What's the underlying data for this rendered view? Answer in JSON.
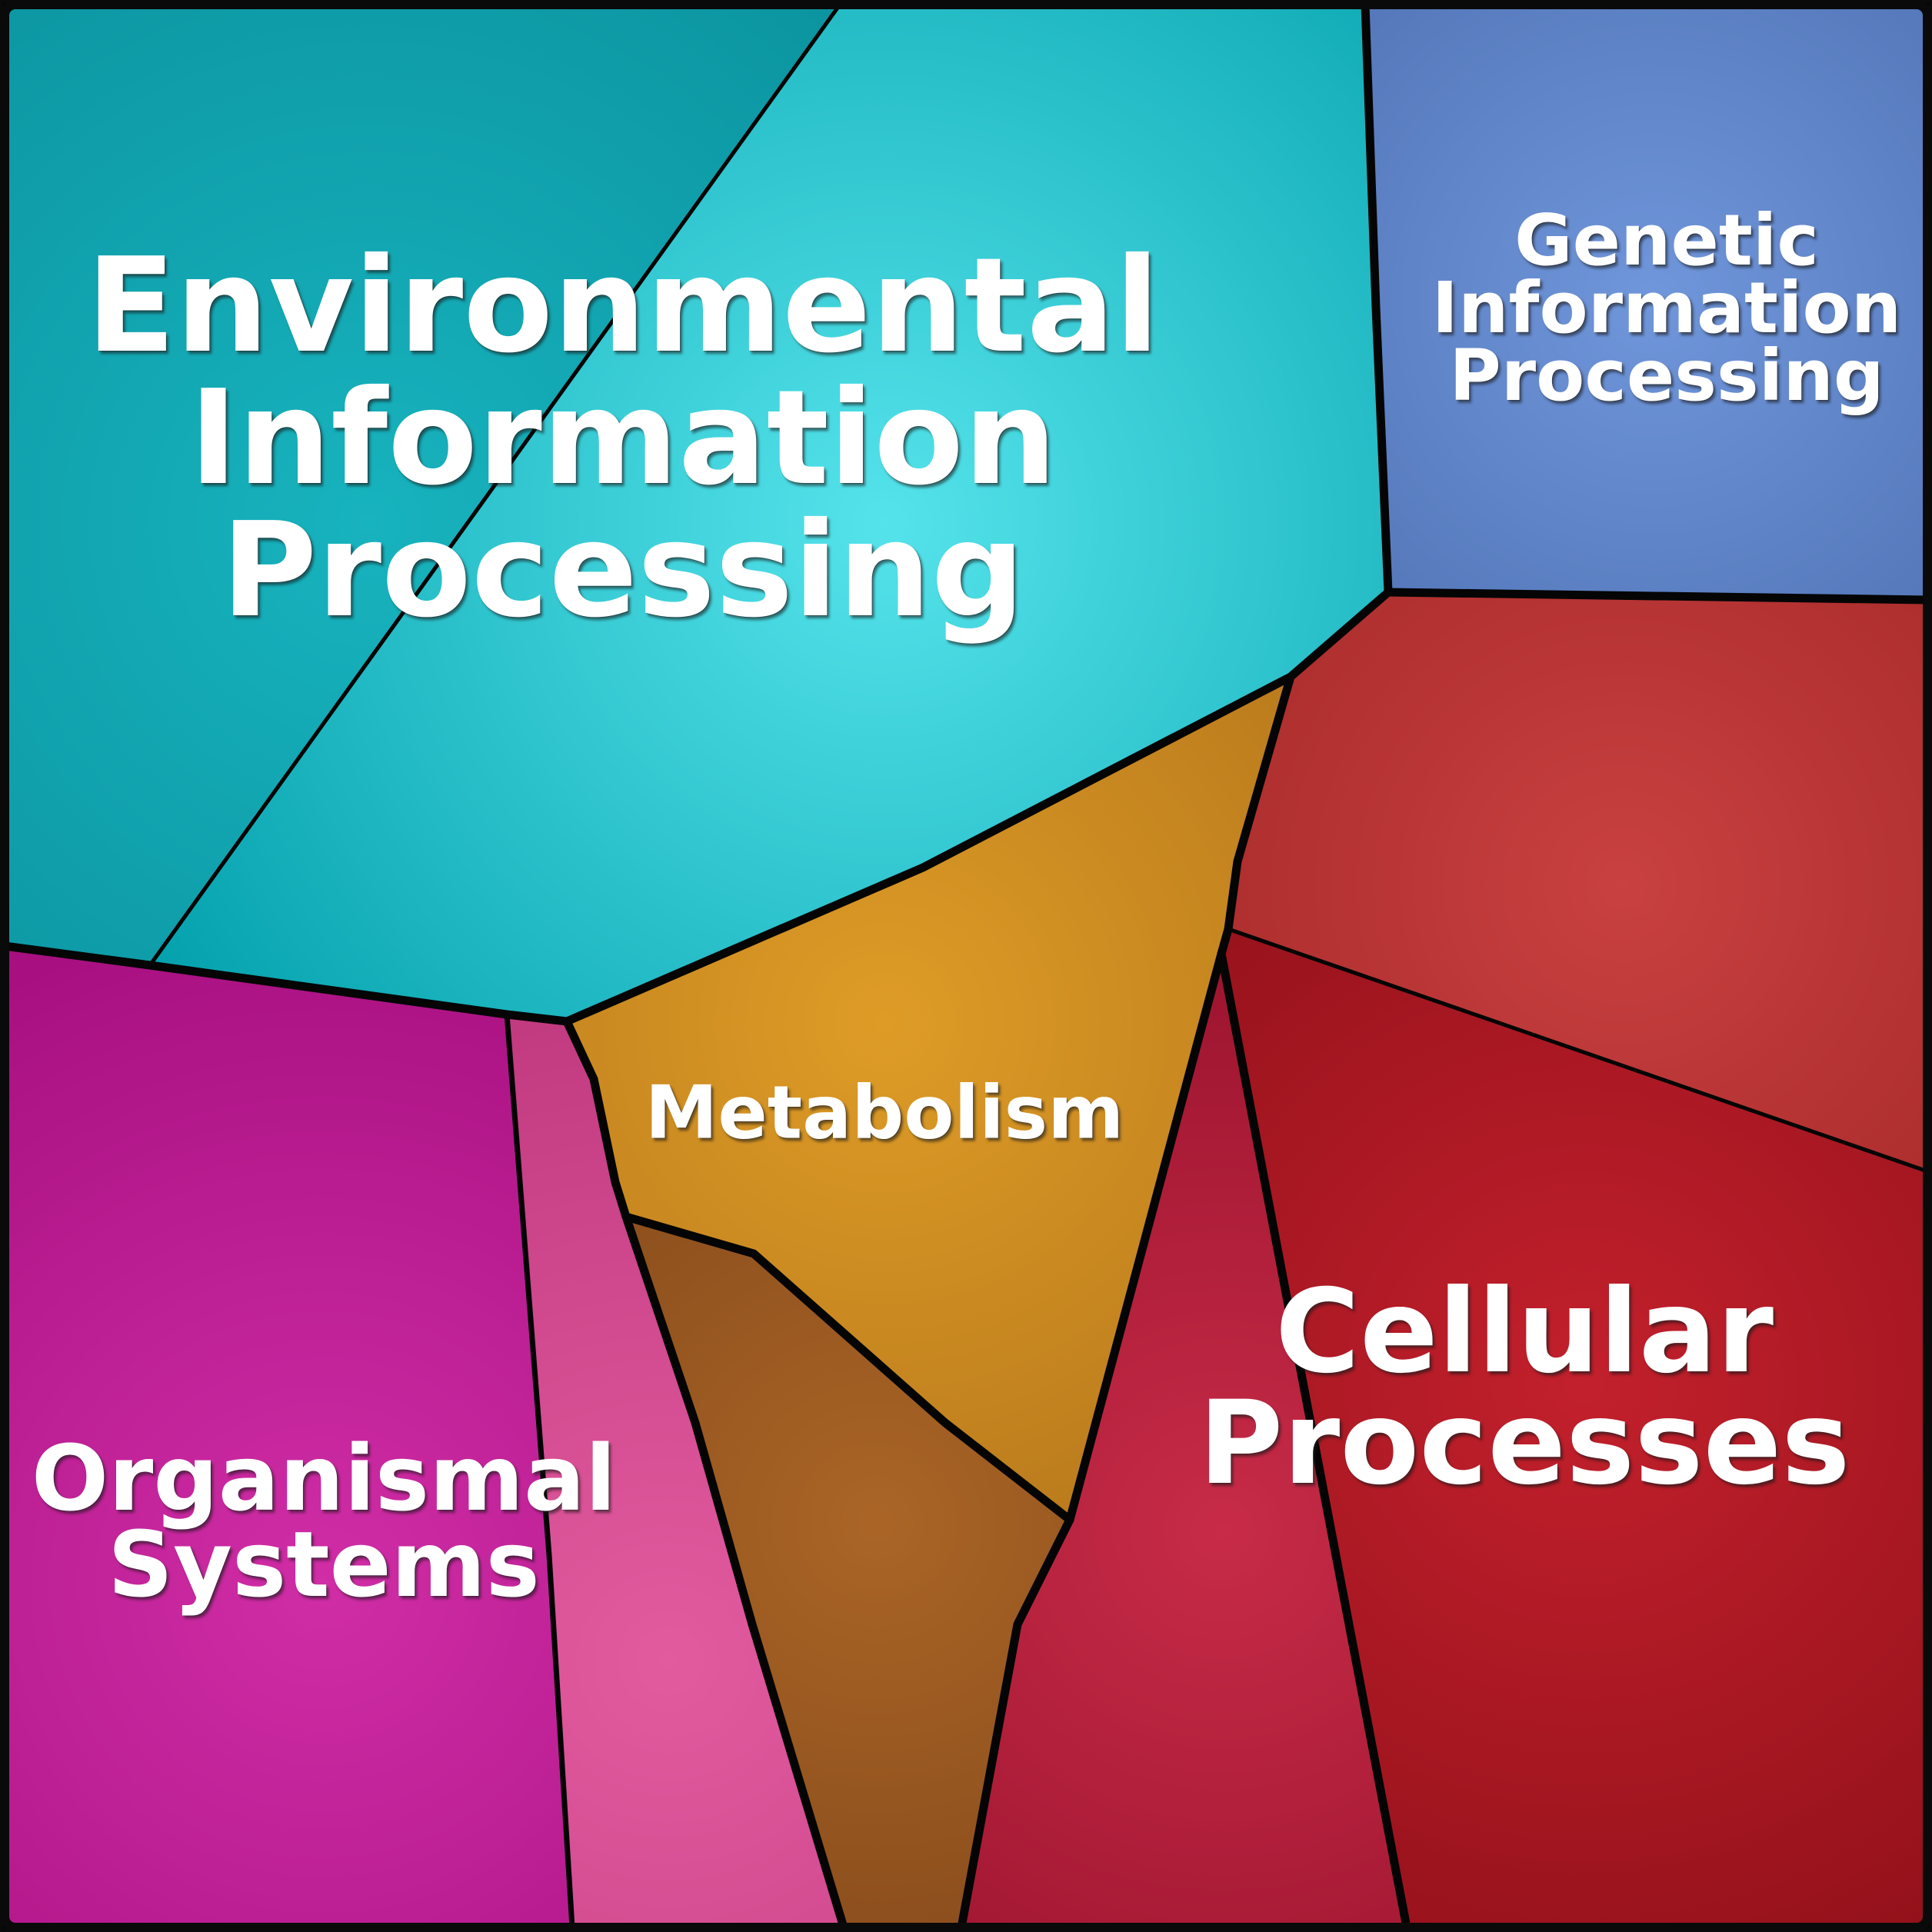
{
  "figure": {
    "kind": "voronoi-treemap-screenshot",
    "background_color": "#0a0a0a",
    "border_color": "#0a0a0a",
    "text_color": "#ffffff"
  },
  "labels": {
    "eip": {
      "lines": [
        "Environmental",
        "Information",
        "Processing"
      ]
    },
    "gip": {
      "lines": [
        "Genetic",
        "Information",
        "Processing"
      ]
    },
    "metabolism": {
      "lines": [
        "Metabolism"
      ]
    },
    "cellular": {
      "lines": [
        "Cellular",
        "Processes"
      ]
    },
    "organismal": {
      "lines": [
        "Organismal",
        "Systems"
      ]
    }
  },
  "regions": [
    {
      "id": "teal-a",
      "category": "Environmental Information Processing",
      "label": null,
      "color_center": "#17b3be",
      "color_edge": "#0a919d",
      "area_percent": 10.6
    },
    {
      "id": "teal-b",
      "category": "Environmental Information Processing",
      "label": "Environmental Information Processing",
      "color_center": "#55e3eb",
      "color_edge": "#019fab",
      "area_percent": 22.6
    },
    {
      "id": "blue",
      "category": "Genetic Information Processing",
      "label": "Genetic Information Processing",
      "color_center": "#7096db",
      "color_edge": "#4a6dae",
      "area_percent": 8.9
    },
    {
      "id": "red-upper",
      "category": "Cellular Processes",
      "label": null,
      "color_center": "#c94141",
      "color_edge": "#a22525",
      "area_percent": 7.1
    },
    {
      "id": "red-dark",
      "category": "Cellular Processes",
      "label": "Cellular Processes",
      "color_center": "#c2202c",
      "color_edge": "#8d0f18",
      "area_percent": 15.0
    },
    {
      "id": "crimson",
      "category": "Cellular Processes",
      "label": null,
      "color_center": "#c72b47",
      "color_edge": "#9c142f",
      "area_percent": 5.8
    },
    {
      "id": "orange",
      "category": "Metabolism",
      "label": "Metabolism",
      "color_center": "#de9c26",
      "color_edge": "#b4751b",
      "area_percent": 8.0
    },
    {
      "id": "brown",
      "category": "Metabolism",
      "label": null,
      "color_center": "#aa6526",
      "color_edge": "#82471a",
      "area_percent": 3.6
    },
    {
      "id": "pink",
      "category": "Organismal Systems",
      "label": null,
      "color_center": "#e35b9f",
      "color_edge": "#c23a80",
      "area_percent": 4.4
    },
    {
      "id": "magenta",
      "category": "Organismal Systems",
      "label": "Organismal Systems",
      "color_center": "#d02da6",
      "color_edge": "#a50e7e",
      "area_percent": 13.9
    }
  ],
  "chart_data": {
    "type": "voronoi_treemap",
    "title": "",
    "legend": "none",
    "categories": [
      "Environmental Information Processing",
      "Genetic Information Processing",
      "Metabolism",
      "Cellular Processes",
      "Organismal Systems"
    ],
    "values_area_percent": [
      33.2,
      8.9,
      11.6,
      27.9,
      18.3
    ],
    "cells": [
      {
        "category": "Environmental Information Processing",
        "cell": "teal-a",
        "area_percent": 10.6
      },
      {
        "category": "Environmental Information Processing",
        "cell": "teal-b",
        "area_percent": 22.6
      },
      {
        "category": "Genetic Information Processing",
        "cell": "blue",
        "area_percent": 8.9
      },
      {
        "category": "Cellular Processes",
        "cell": "red-upper",
        "area_percent": 7.1
      },
      {
        "category": "Cellular Processes",
        "cell": "red-dark",
        "area_percent": 15.0
      },
      {
        "category": "Cellular Processes",
        "cell": "crimson",
        "area_percent": 5.8
      },
      {
        "category": "Metabolism",
        "cell": "orange",
        "area_percent": 8.0
      },
      {
        "category": "Metabolism",
        "cell": "brown",
        "area_percent": 3.6
      },
      {
        "category": "Organismal Systems",
        "cell": "pink",
        "area_percent": 4.4
      },
      {
        "category": "Organismal Systems",
        "cell": "magenta",
        "area_percent": 13.9
      }
    ]
  }
}
